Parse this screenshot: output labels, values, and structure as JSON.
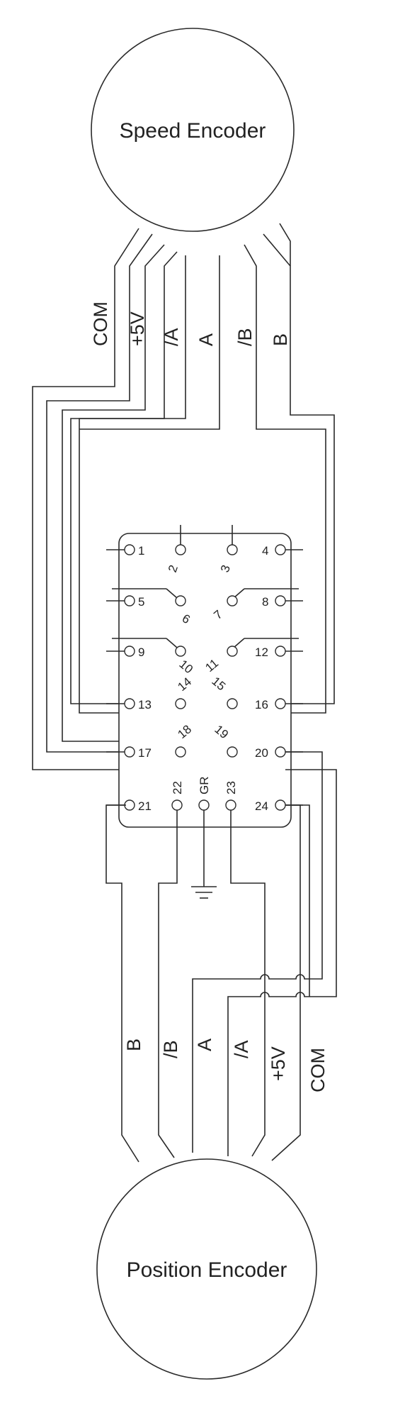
{
  "speed_encoder": {
    "label": "Speed Encoder",
    "wires": [
      "COM",
      "+5V",
      "/A",
      "A",
      "/B",
      "B"
    ]
  },
  "position_encoder": {
    "label": "Position Encoder",
    "wires": [
      "B",
      "/B",
      "A",
      "/A",
      "+5V",
      "COM"
    ]
  },
  "connector": {
    "pins": [
      "1",
      "2",
      "3",
      "4",
      "5",
      "6",
      "7",
      "8",
      "9",
      "10",
      "11",
      "12",
      "13",
      "14",
      "15",
      "16",
      "17",
      "18",
      "19",
      "20",
      "21",
      "22",
      "GR",
      "23",
      "24"
    ]
  },
  "colors": {
    "line": "#2a2a2a",
    "background": "#ffffff"
  }
}
